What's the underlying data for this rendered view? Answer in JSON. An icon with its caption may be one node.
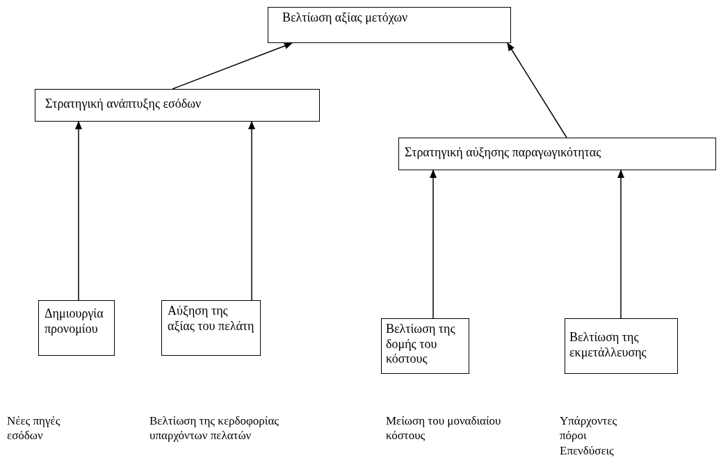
{
  "diagram": {
    "nodes": [
      {
        "text": [
          "Βελτίωση αξίας μετόχων"
        ]
      },
      {
        "text": [
          "Στρατηγική ανάπτυξης εσόδων"
        ]
      },
      {
        "text": [
          "Στρατηγική αύξησης παραγωγικότητας"
        ]
      },
      {
        "text": [
          "Δημιουργία προνομίου"
        ]
      },
      {
        "text": [
          "Αύξηση της αξίας του πελάτη"
        ]
      },
      {
        "text": [
          "Βελτίωση της δομής του κόστους"
        ]
      },
      {
        "text": [
          "Βελτίωση της εκμετάλλευσης"
        ]
      }
    ],
    "edges": [
      {
        "from": 1,
        "to": 0,
        "arrow": "to"
      },
      {
        "from": 2,
        "to": 0,
        "arrow": "to"
      },
      {
        "from": 3,
        "to": 1,
        "arrow": "to"
      },
      {
        "from": 4,
        "to": 1,
        "arrow": "to"
      },
      {
        "from": 5,
        "to": 2,
        "arrow": "to"
      },
      {
        "from": 6,
        "to": 2,
        "arrow": "to"
      }
    ],
    "labels": [
      "Νέες πηγές εσόδων",
      "Βελτίωση της κερδοφορίας υπαρχόντων πελατών",
      "Μείωση του μοναδιαίου κόστους",
      "Υπάρχοντες πόροι Επενδύσεις"
    ]
  }
}
